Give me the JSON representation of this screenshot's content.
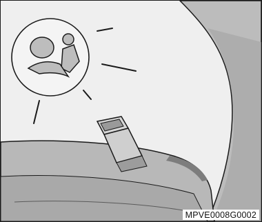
{
  "illustration": {
    "description_icons": [
      "airbag-warning-icon",
      "seatbelt-buckle",
      "seat",
      "dashboard"
    ],
    "colors": {
      "background": "#efefef",
      "seat": "#b9b9b9",
      "seat_shadow": "#8e8e8e",
      "outline": "#1a1a1a",
      "buckle": "#d3d3d3"
    }
  },
  "figure_code": "MPVE0008G0002"
}
